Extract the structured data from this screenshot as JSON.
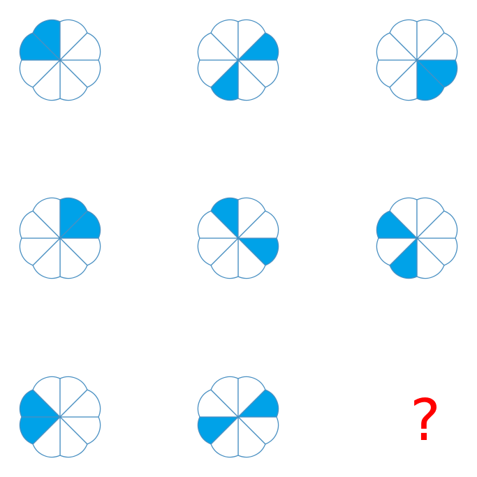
{
  "colors": {
    "fill": "#00a2e8",
    "stroke": "#4a90c2",
    "blank": "#ffffff",
    "question": "#ff0000"
  },
  "puzzle": {
    "question_mark": "?",
    "grid": [
      [
        {
          "shaded": [
            4,
            5
          ]
        },
        {
          "shaded": [
            2,
            7
          ]
        },
        {
          "shaded": [
            0,
            1
          ]
        }
      ],
      [
        {
          "shaded": [
            6,
            7
          ]
        },
        {
          "shaded": [
            5,
            0
          ]
        },
        {
          "shaded": [
            4,
            2
          ]
        }
      ],
      [
        {
          "shaded": [
            4,
            3
          ]
        },
        {
          "shaded": [
            3,
            7
          ]
        },
        null
      ]
    ]
  }
}
